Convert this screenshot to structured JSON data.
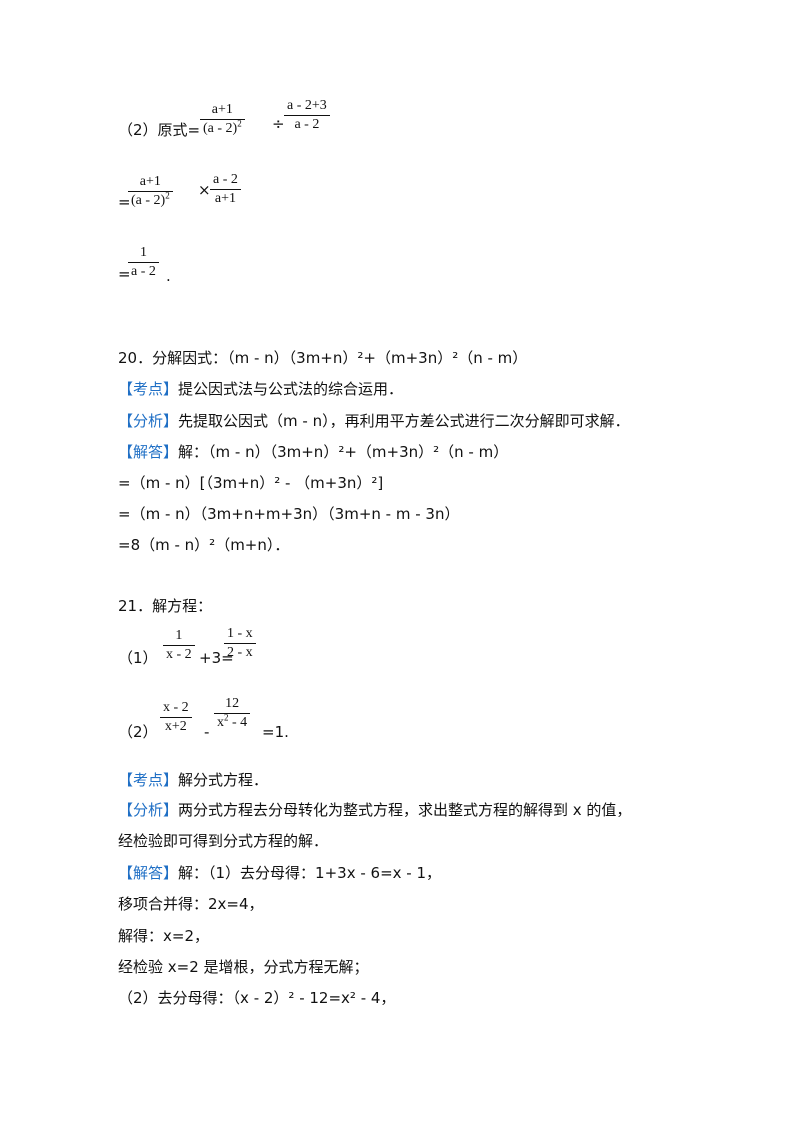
{
  "part2": {
    "label": "（2）原式=",
    "f1": {
      "num": "a+1",
      "den": "(a - 2)",
      "den_exp": "2"
    },
    "div": "÷",
    "f2": {
      "num": "a - 2+3",
      "den": "a - 2"
    },
    "eq": "=",
    "f3": {
      "num": "a+1",
      "den": "(a - 2)",
      "den_exp": "2"
    },
    "times": "×",
    "f4": {
      "num": "a - 2",
      "den": "a+1"
    },
    "f5": {
      "num": "1",
      "den": "a - 2"
    },
    "end": "."
  },
  "q20": {
    "prompt": "20．分解因式：（m - n）（3m+n）²+（m+3n）²（n - m）",
    "kaodian_tag": "【考点】",
    "kaodian": "提公因式法与公式法的综合运用．",
    "fenxi_tag": "【分析】",
    "fenxi": "先提取公因式（m - n），再利用平方差公式进行二次分解即可求解．",
    "jieda_tag": "【解答】",
    "jieda": "解：（m - n）（3m+n）²+（m+3n）²（n - m）",
    "step1": "=（m - n）[（3m+n）² - （m+3n）²]",
    "step2": "=（m - n）（3m+n+m+3n）（3m+n - m - 3n）",
    "step3": "=8（m - n）²（m+n）．"
  },
  "q21": {
    "prompt": "21．解方程：",
    "p1": {
      "label": "（1）",
      "f1": {
        "num": "1",
        "den": "x - 2"
      },
      "mid": "+3=",
      "f2": {
        "num": "1 - x",
        "den": "2 - x"
      }
    },
    "p2": {
      "label": "（2）",
      "f1": {
        "num": "x - 2",
        "den": "x+2"
      },
      "minus": "-",
      "f2": {
        "num": "12",
        "den": "x",
        "den_exp": "2",
        "den_tail": " - 4"
      },
      "tail": "=1."
    },
    "kaodian_tag": "【考点】",
    "kaodian": "解分式方程．",
    "fenxi_tag": "【分析】",
    "fenxi1": "两分式方程去分母转化为整式方程，求出整式方程的解得到 x 的值，",
    "fenxi2": "经检验即可得到分式方程的解．",
    "jieda_tag": "【解答】",
    "jieda": "解：（1）去分母得：1+3x - 6=x - 1，",
    "s1": "移项合并得：2x=4，",
    "s2": "解得：x=2，",
    "s3": "经检验 x=2 是增根，分式方程无解；",
    "s4": "（2）去分母得：（x - 2）² - 12=x² - 4，"
  }
}
